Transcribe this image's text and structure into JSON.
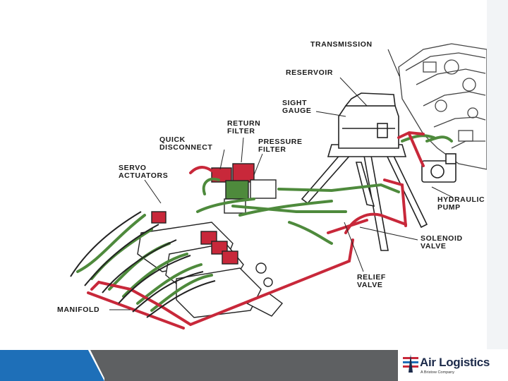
{
  "labels": {
    "transmission": "TRANSMISSION",
    "reservoir": "RESERVOIR",
    "sight_gauge": [
      "SIGHT",
      "GAUGE"
    ],
    "return_filter": [
      "RETURN",
      "FILTER"
    ],
    "quick_disconnect": [
      "QUICK",
      "DISCONNECT"
    ],
    "pressure_filter": [
      "PRESSURE",
      "FILTER"
    ],
    "servo_actuators": [
      "SERVO",
      "ACTUATORS"
    ],
    "hydraulic_pump": [
      "HYDRAULIC",
      "PUMP"
    ],
    "solenoid_valve": [
      "SOLENOID",
      "VALVE"
    ],
    "relief_valve": [
      "RELIEF",
      "VALVE"
    ],
    "manifold": "MANIFOLD"
  },
  "footer": {
    "logo_text": "Air Logistics",
    "logo_sub": "A Bristow Company"
  },
  "colors": {
    "pressure_line": "#c8283a",
    "return_line": "#4e8a3c",
    "line_art": "#222222",
    "footer_blue": "#1e6fb8",
    "footer_gray": "#5e6062"
  }
}
